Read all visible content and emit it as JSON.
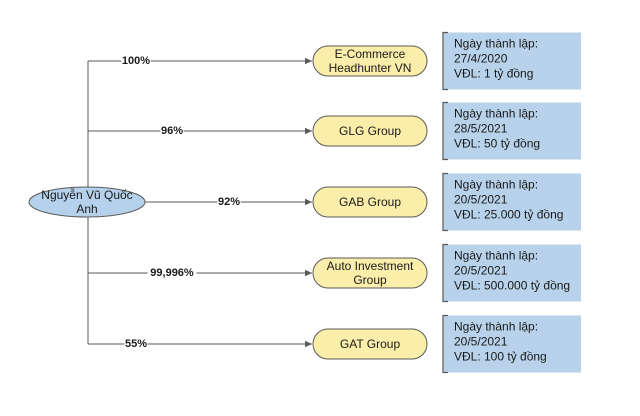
{
  "root": {
    "lines": [
      "Nguyễn Vũ Quốc",
      "Anh"
    ]
  },
  "colors": {
    "root_fill": "#b5d1ec",
    "company_fill": "#fbeeaa",
    "info_fill": "#b7d2ea",
    "stroke": "#5a5a5a",
    "text": "#1a1a1a"
  },
  "branches": [
    {
      "percent": "100%",
      "company_lines": [
        "E-Commerce",
        "Headhunter VN"
      ],
      "info_lines": [
        "Ngày thành lập:",
        "27/4/2020",
        "VĐL:  1 tỷ đồng"
      ]
    },
    {
      "percent": "96%",
      "company_lines": [
        "GLG Group"
      ],
      "info_lines": [
        "Ngày thành lập:",
        "28/5/2021",
        "VĐL:   50 tỷ đồng"
      ]
    },
    {
      "percent": "92%",
      "company_lines": [
        "GAB Group"
      ],
      "info_lines": [
        "Ngày thành lập:",
        "20/5/2021",
        "VĐL:  25.000 tỷ đồng"
      ]
    },
    {
      "percent": "99,996%",
      "company_lines": [
        "Auto Investment",
        "Group"
      ],
      "info_lines": [
        "Ngày thành lập:",
        "20/5/2021",
        "VĐL:   500.000 tỷ đồng"
      ]
    },
    {
      "percent": "55%",
      "company_lines": [
        "GAT Group"
      ],
      "info_lines": [
        "Ngày thành lập:",
        "20/5/2021",
        "VĐL:   100 tỷ đồng"
      ]
    }
  ]
}
